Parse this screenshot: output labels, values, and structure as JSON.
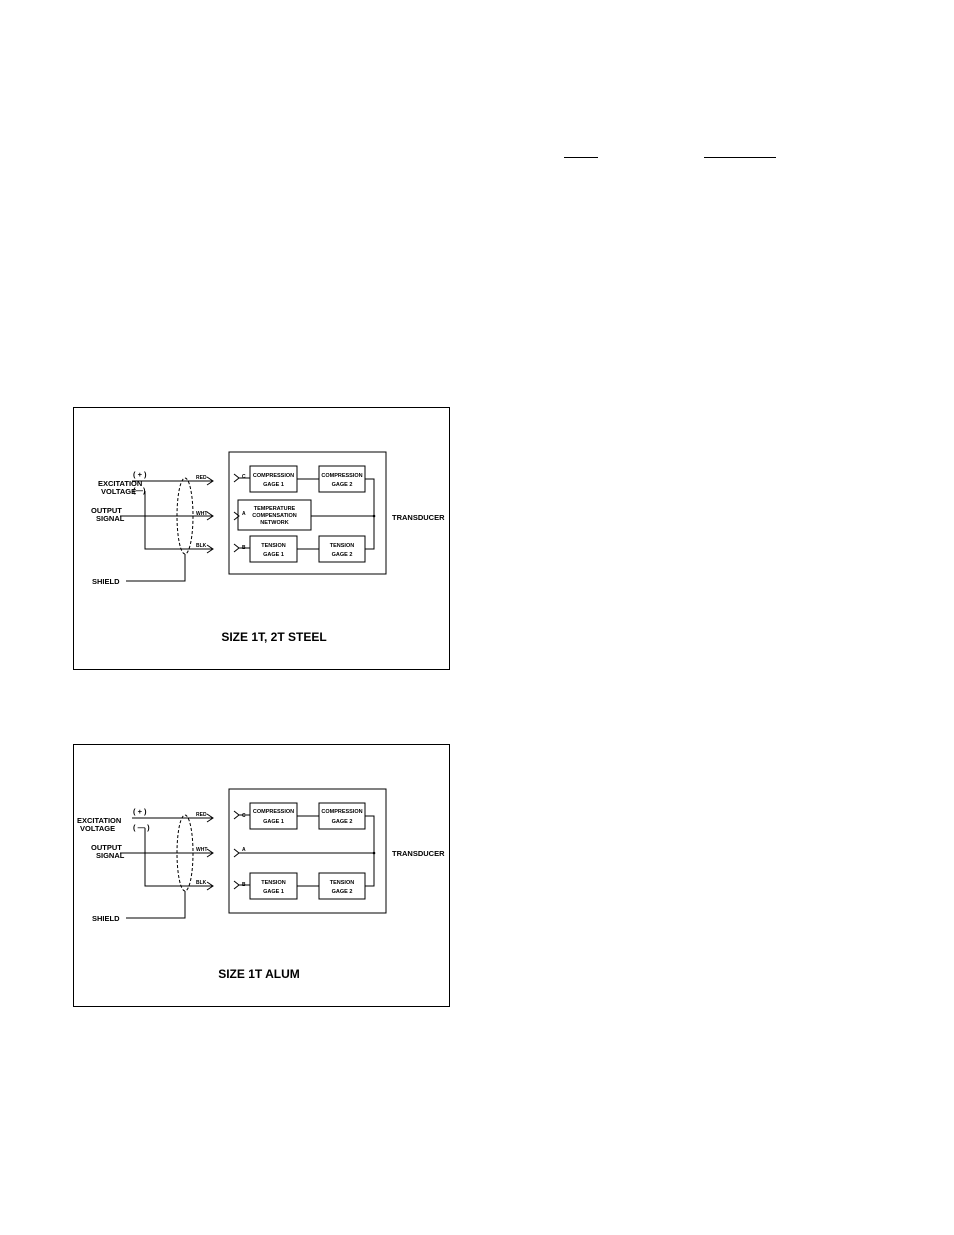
{
  "diagrams": [
    {
      "caption": "SIZE 1T, 2T STEEL",
      "left_labels": {
        "excitation_1": "EXCITATION",
        "excitation_2": "VOLTAGE",
        "output_1": "OUTPUT",
        "output_2": "SIGNAL",
        "shield": "SHIELD"
      },
      "polarity": {
        "plus": "( + )",
        "minus": "(—)"
      },
      "wires": {
        "red": "RED",
        "wht": "WHT",
        "blk": "BLK"
      },
      "pins": {
        "c": "C",
        "a": "A",
        "b": "B"
      },
      "gages": {
        "compression_1": [
          "COMPRESSION",
          "GAGE 1"
        ],
        "compression_2": [
          "COMPRESSION",
          "GAGE 2"
        ],
        "tension_1": [
          "TENSION",
          "GAGE 1"
        ],
        "tension_2": [
          "TENSION",
          "GAGE 2"
        ]
      },
      "network": [
        "TEMPERATURE",
        "COMPENSATION",
        "NETWORK"
      ],
      "transducer": "TRANSDUCER"
    },
    {
      "caption": "SIZE 1T ALUM",
      "left_labels": {
        "excitation_1": "EXCITATION",
        "excitation_2": "VOLTAGE",
        "output_1": "OUTPUT",
        "output_2": "SIGNAL",
        "shield": "SHIELD"
      },
      "polarity": {
        "plus": "( + )",
        "minus": "( — )"
      },
      "wires": {
        "red": "RED",
        "wht": "WHT",
        "blk": "BLK"
      },
      "pins": {
        "c": "C",
        "a": "A",
        "b": "B"
      },
      "gages": {
        "compression_1": [
          "COMPRESSION",
          "GAGE 1"
        ],
        "compression_2": [
          "COMPRESSION",
          "GAGE 2"
        ],
        "tension_1": [
          "TENSION",
          "GAGE 1"
        ],
        "tension_2": [
          "TENSION",
          "GAGE 2"
        ]
      },
      "transducer": "TRANSDUCER"
    }
  ]
}
